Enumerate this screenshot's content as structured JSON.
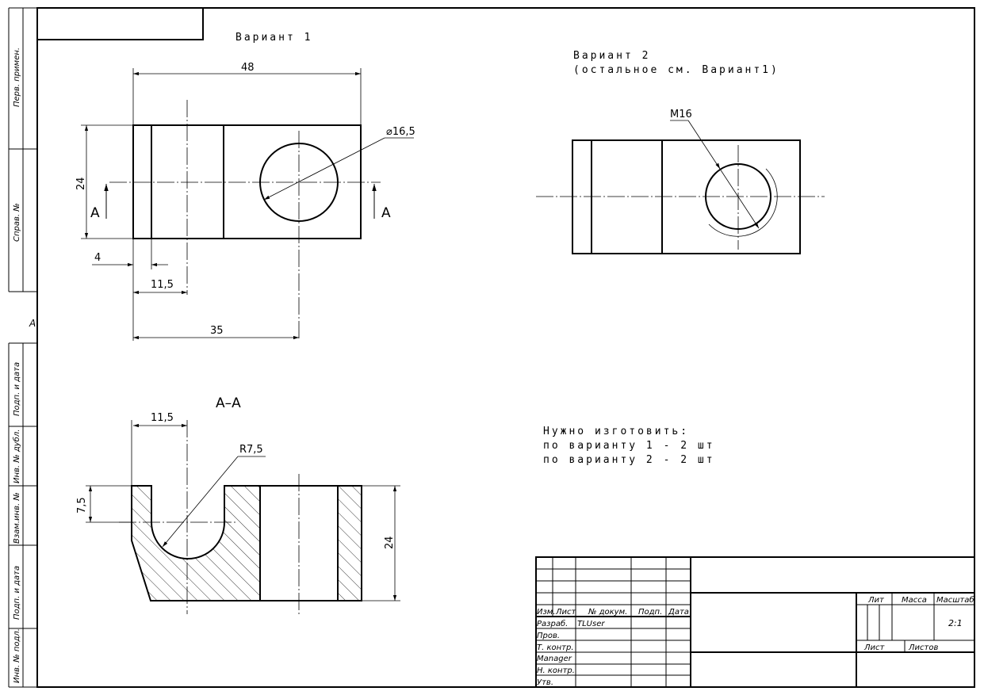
{
  "sheet": {
    "side_margin": {
      "cells": [
        "Перв. примен.",
        "Справ. №",
        "Подп. и дата",
        "Инв. № дубл.",
        "Взам.инв. №",
        "Подп. и дата",
        "Инв. № подл."
      ],
      "letter": "А"
    }
  },
  "variant1": {
    "title": "Вариант 1",
    "dims": {
      "width": "48",
      "height": "24",
      "hole_diameter": "⌀16,5",
      "offset_4": "4",
      "offset_11_5": "11,5",
      "offset_35": "35"
    },
    "section_mark": "А"
  },
  "section": {
    "title": "А–А",
    "dims": {
      "width_11_5": "11,5",
      "radius": "R7,5",
      "depth": "7,5",
      "height": "24"
    }
  },
  "variant2": {
    "title": "Вариант 2",
    "subtitle": "(остальное см. Вариант1)",
    "thread": "М16"
  },
  "notes": {
    "heading": "Нужно изготовить:",
    "line1": "по варианту 1 - 2 шт",
    "line2": "по варианту 2 - 2 шт"
  },
  "title_block": {
    "headers": {
      "izm": "Изм.",
      "list": "Лист",
      "doc_no": "№ докум.",
      "podp": "Подп.",
      "date": "Дата"
    },
    "rows": [
      "Разраб.",
      "Пров.",
      "Т. контр.",
      "Manager",
      "Н. контр.",
      "Утв."
    ],
    "developer": "TLUser",
    "lit": "Лит",
    "mass": "Масса",
    "scale_label": "Масштаб",
    "scale_value": "2:1",
    "sheet_label": "Лист",
    "sheets_label": "Листов"
  }
}
